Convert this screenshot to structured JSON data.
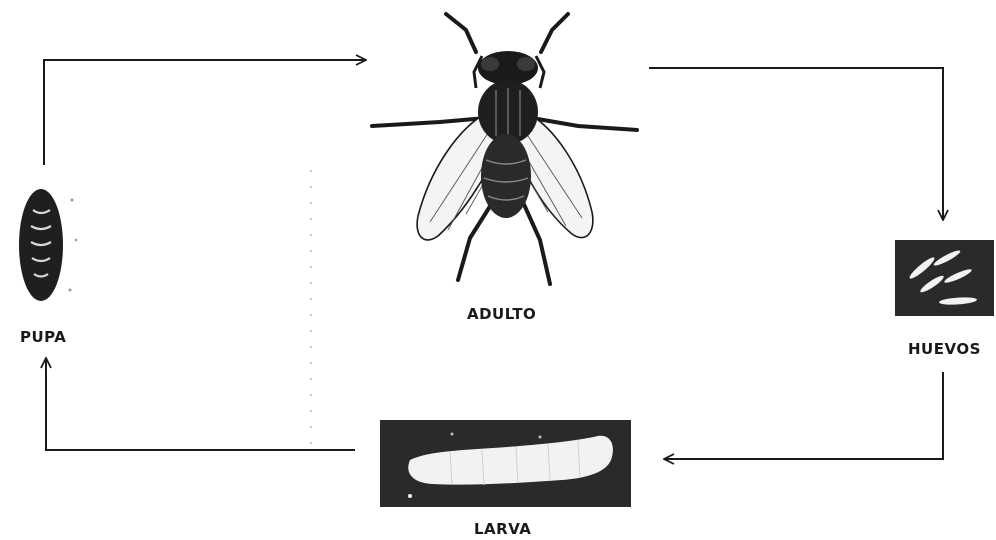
{
  "stages": {
    "adult": {
      "label": "ADULTO",
      "icon": "fly-icon"
    },
    "eggs": {
      "label": "HUEVOS",
      "icon": "eggs-icon"
    },
    "larva": {
      "label": "LARVA",
      "icon": "larva-icon"
    },
    "pupa": {
      "label": "PUPA",
      "icon": "pupa-icon"
    }
  },
  "cycle_order": [
    "ADULTO",
    "HUEVOS",
    "LARVA",
    "PUPA"
  ],
  "colors": {
    "ink": "#1a1a1a",
    "photo_background": "#2a2a2a",
    "specimen_light": "#f2f2f2"
  }
}
